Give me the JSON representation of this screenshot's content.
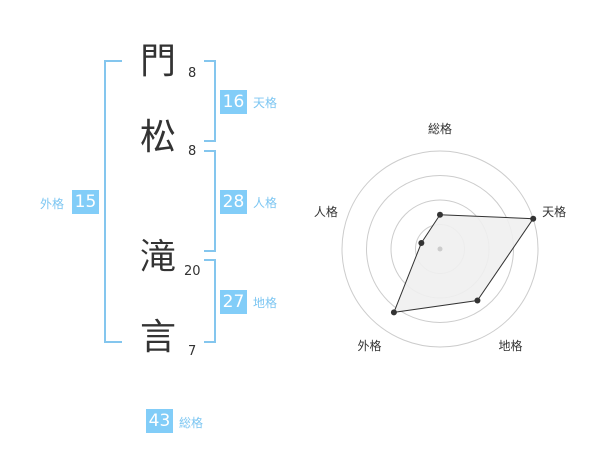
{
  "name": {
    "chars": [
      {
        "char": "門",
        "strokes": "8"
      },
      {
        "char": "松",
        "strokes": "8"
      },
      {
        "char": "滝",
        "strokes": "20"
      },
      {
        "char": "言",
        "strokes": "7"
      }
    ]
  },
  "fortunes": {
    "tenkaku": {
      "label": "天格",
      "value": "16"
    },
    "jinkaku": {
      "label": "人格",
      "value": "28"
    },
    "chikaku": {
      "label": "地格",
      "value": "27"
    },
    "gaikaku": {
      "label": "外格",
      "value": "15"
    },
    "soukaku": {
      "label": "総格",
      "value": "43"
    }
  },
  "chart_data": {
    "type": "radar",
    "axes": [
      "総格",
      "天格",
      "地格",
      "外格",
      "人格"
    ],
    "values": [
      0.35,
      1.0,
      0.65,
      0.8,
      0.2
    ],
    "max": 1,
    "rings": 4,
    "colors": {
      "fill": "#f0f0f0",
      "line": "#333333",
      "grid": "#cccccc",
      "point": "#333333",
      "center": "#cccccc"
    }
  }
}
